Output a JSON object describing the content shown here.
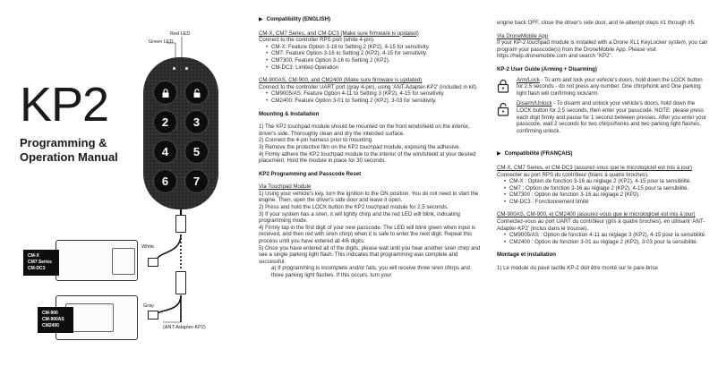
{
  "cover": {
    "title": "KP2",
    "subtitle": "Programming & Operation Manual",
    "red_led_label": "Red LED",
    "green_led_label": "Green LED",
    "white_label": "White",
    "gray_label": "Gray",
    "adapter_label": "(ANT-Adapter-KP2)",
    "module_top_tag": [
      "CM-X",
      "CM7 Series",
      "CM-DC3"
    ],
    "module_bottom_tag": [
      "CM-900",
      "CM-900AS",
      "CM2400"
    ],
    "keys": [
      "lock",
      "unlock",
      "2",
      "3",
      "4",
      "5",
      "6",
      "7"
    ]
  },
  "col1": {
    "compat_heading": "Compatibility (ENGLISH)",
    "compat_a_heading": "CM-X, CM7 Series, and CM-DC3 (Make sure firmware is updated)",
    "compat_a_intro": "Connect to the controller RPS port (white 4-pin).",
    "compat_a_items": [
      "CM-X: Feature Option 3-16 to Setting 2 (KP2), 4-15 for sensitivity.",
      "CM7: Feature Option 3-16 to Setting 2 (KP2), 4-15 for sensitivity.",
      "CM7300: Feature Option 3-16 to Setting 2 (KP2).",
      "CM-DC3: Limited Operation"
    ],
    "compat_b_heading": "CM-900AS, CM-900, and CM2400 (Make sure firmware is updated)",
    "compat_b_intro": "Connect to the controller UART port (gray 4-pin), using 'ANT-Adapter-KP2' (included in kit).",
    "compat_b_items": [
      "CM9005/AS: Feature Option 4-11 to Setting 3 (KP2), 4-15 for sensitivity.",
      "CM2400: Feature Option 3-01 to Setting 2 (KP2), 3-03 for sensitivity."
    ],
    "mount_heading": "Mounting & Installation",
    "mount_items": [
      "1) The KP2 touchpad module should be mounted on the front windshield on the interior, driver's side. Thoroughly clean and dry the intended surface.",
      "2) Connect the 4-pin harness prior to mounting.",
      "3) Remove the protective film on the KP2 touchpad module, exposing the adhesive.",
      "4) Firmly adhere the KP2 touchpad module to the interior of the windshield at your desired placement. Hold the module in place for 30 seconds."
    ],
    "prog_heading": "KP2 Programming and Passcode Reset",
    "prog_sub": "Via Touchpad Module",
    "prog_items": [
      "1) Using your vehicle's key, turn the ignition to the ON position. You do not need to start the engine. Then, open the driver's side door and leave it open.",
      "2) Press and hold the LOCK button the KP2 touchpad module for 2.5 seconds.",
      "3) If your system has a siren, it will lightly chirp and the red LED will blink, indicating programming mode.",
      "4) Firmly tap in the first digit of your new passcode. The LED will blink green when input is received, and then red with siren chirp) when it is safe to enter the next digit. Repeat this process until you have entered all 4/6 digits.",
      "5) Once you have entered all of the digits, please wait until you hear another siren chirp and see a single parking light flash. This indicates that programming was complete and successful."
    ],
    "prog_item5a": "a) If programming is incomplete and/or fails, you will receive three siren chirps and three parking light flashes. If this occurs, turn your"
  },
  "col2": {
    "cont_text": "engine back OFF, close the driver's side door, and re-attempt steps #1 through #5.",
    "app_heading": "Via DroneMobile App",
    "app_text": "If your KP-2 touchpad module is installed with a Drone XL1 KeyLocker system, you can program your passcode(s) from the DroneMobile App. Please visit https://help.dronemobile.com and search \"KP2\".",
    "guide_heading": "KP-2 User Guide (Arming + Disarming)",
    "arm_title": "Arm/Lock",
    "arm_text": " - To arm and lock your vehicle's doors, hold down the LOCK button for 2.5 seconds - do not press any number. One chirp/honk and One parking light flash will confirming lock/arm.",
    "disarm_title": "Disarm/Unlock",
    "disarm_text": " - To disarm and unlock your vehicle's doors, hold down the LOCK button for 2.5 seconds, then enter your passcode. NOTE: please press each digit firmly and pause for 1 second between presses. After you enter your passcode, wait 2 seconds for two chirps/honks and two parking light flashes, confirming unlock.",
    "fr_heading": "Compatibilité (FRANÇAIS)",
    "fr_a_heading": "CM-X, CM7 Series, et CM-DC3 (assurez-vous que le micrologiciel est mis à jour)",
    "fr_a_intro": "Connecter au port RPS du contrôleur (blanc à quatre broches).",
    "fr_a_items": [
      "CM-X : Option de fonction 3-16 au réglage 2 (KP2), 4-15 pour la sensibilité.",
      "CM7 : Option de fonction 3-16 au réglage 2 (KP2), 4-15 pour la sensibilité.",
      "CM7300 : Option de fonction 3-16 au réglage 2 (KP2).",
      "CM-DC3 : Fonctionnement limité"
    ],
    "fr_b_heading": "CM-900AS, CM-900, et CM2400 (assurez-vous que le micrologiciel est mis à jour)",
    "fr_b_intro": "Connectez-vous au port UART du contrôleur (gris à quatre broches), en utilisant 'ANT-Adapter-KP2' (inclus dans le trousse).",
    "fr_b_items": [
      "CM9005/AS : Option de fonction 4-11 au réglage 3 (KP2), 4-15 pour la sensibilité.",
      "CM2400 : Option de fonction 3-01 au réglage 2 (KP2), 3-03 pour la sensibilité."
    ],
    "fr_mount_heading": "Montage et installation",
    "fr_mount_item1": "1) Le module du pavé tactile KP-2 doit être monté sur le pare-brise"
  }
}
